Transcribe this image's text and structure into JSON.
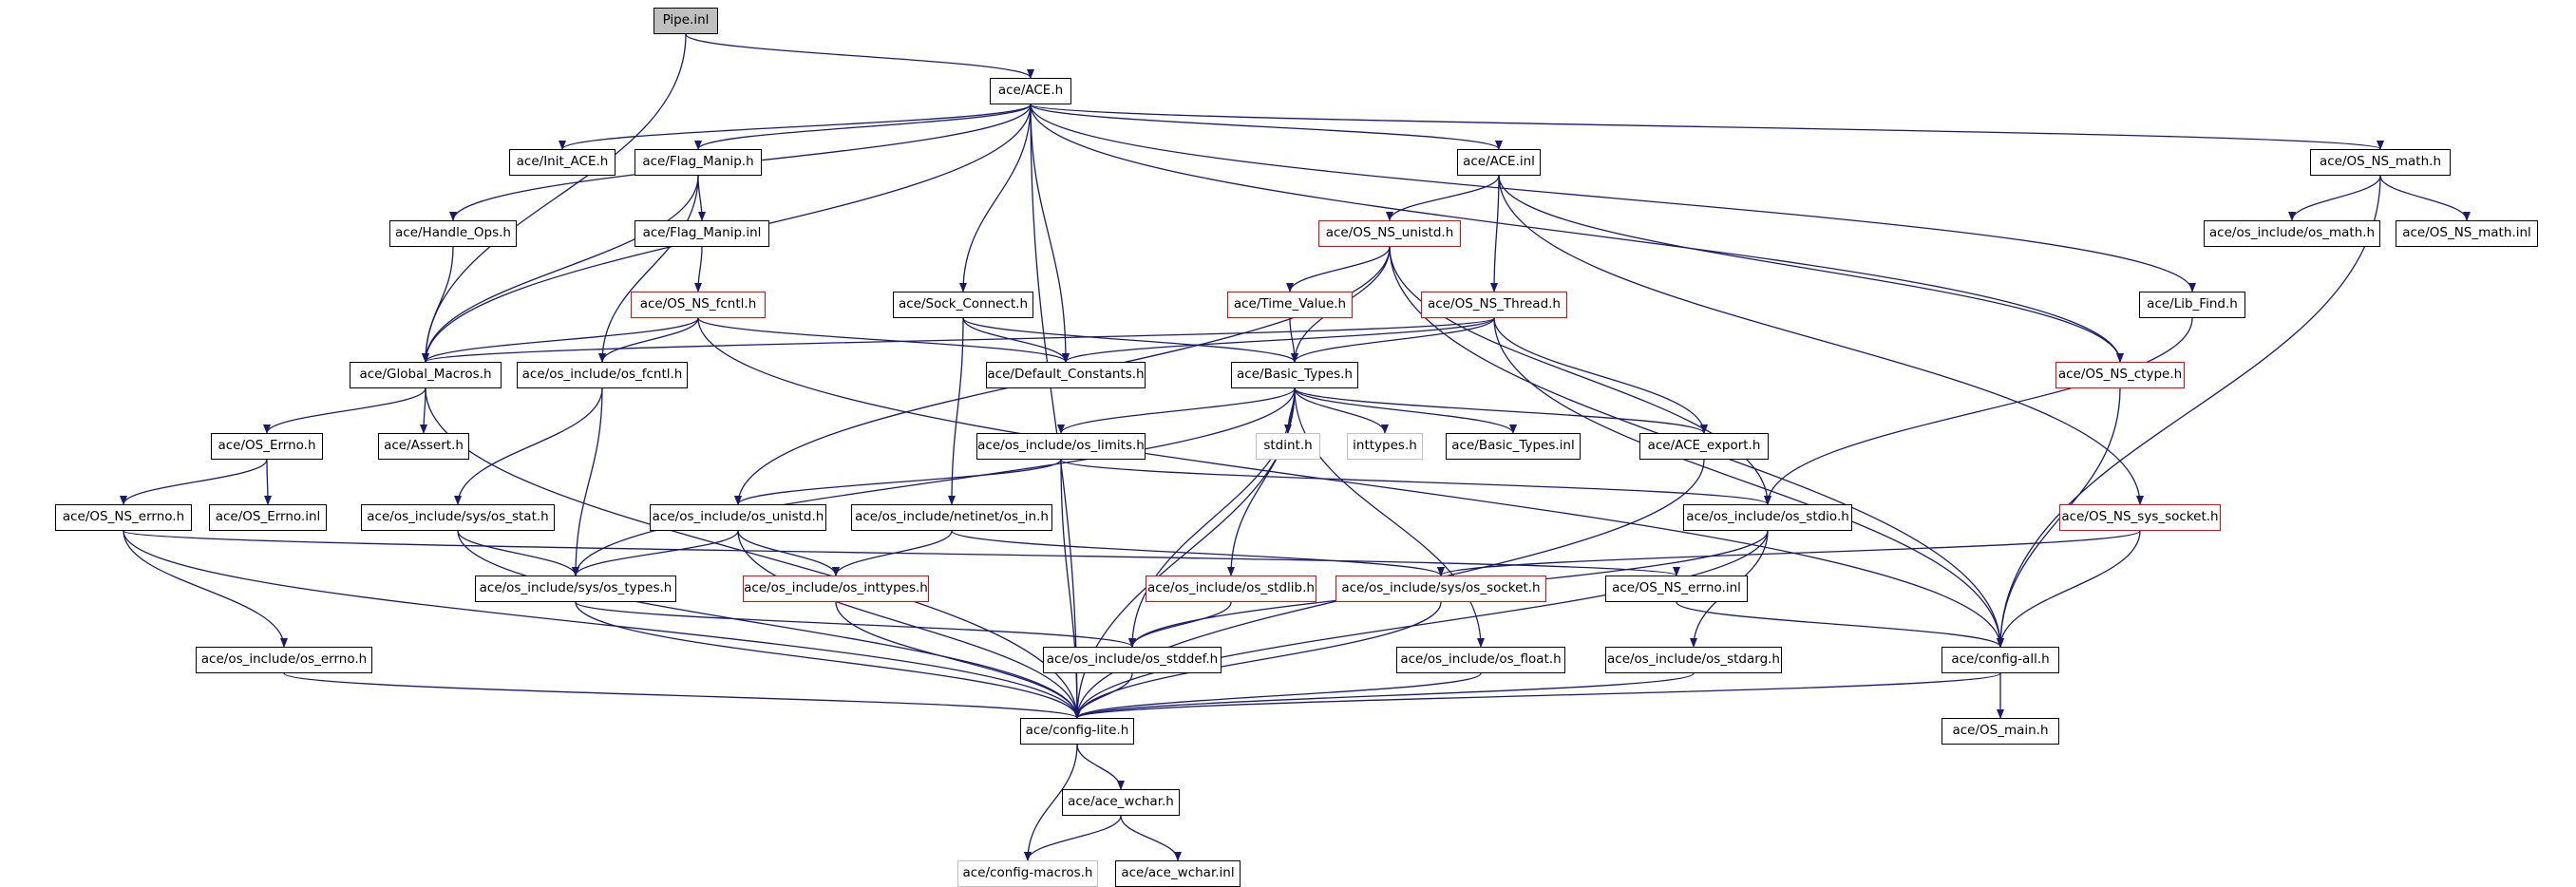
{
  "colors": {
    "edge": "#191970",
    "box": "#000000",
    "incomplete": "#ff0000",
    "external": "#bfbfbf",
    "root_fill": "#bfbfbf"
  },
  "nodes": {
    "pipe_inl": {
      "label": "Pipe.inl",
      "style": "root"
    },
    "ace_h": {
      "label": "ace/ACE.h",
      "style": "black"
    },
    "init_ace": {
      "label": "ace/Init_ACE.h",
      "style": "black"
    },
    "flag_manip_h": {
      "label": "ace/Flag_Manip.h",
      "style": "black"
    },
    "ace_inl": {
      "label": "ace/ACE.inl",
      "style": "black"
    },
    "os_ns_math_h": {
      "label": "ace/OS_NS_math.h",
      "style": "black"
    },
    "handle_ops": {
      "label": "ace/Handle_Ops.h",
      "style": "black"
    },
    "flag_manip_inl": {
      "label": "ace/Flag_Manip.inl",
      "style": "black"
    },
    "os_ns_unistd": {
      "label": "ace/OS_NS_unistd.h",
      "style": "red"
    },
    "os_include_math": {
      "label": "ace/os_include/os_math.h",
      "style": "black"
    },
    "os_ns_math_inl": {
      "label": "ace/OS_NS_math.inl",
      "style": "black"
    },
    "os_ns_fcntl": {
      "label": "ace/OS_NS_fcntl.h",
      "style": "red"
    },
    "sock_connect": {
      "label": "ace/Sock_Connect.h",
      "style": "black"
    },
    "time_value": {
      "label": "ace/Time_Value.h",
      "style": "red"
    },
    "os_ns_thread": {
      "label": "ace/OS_NS_Thread.h",
      "style": "red"
    },
    "lib_find": {
      "label": "ace/Lib_Find.h",
      "style": "black"
    },
    "global_macros": {
      "label": "ace/Global_Macros.h",
      "style": "black"
    },
    "os_include_fcntl": {
      "label": "ace/os_include/os_fcntl.h",
      "style": "black"
    },
    "default_constants": {
      "label": "ace/Default_Constants.h",
      "style": "black"
    },
    "basic_types_h": {
      "label": "ace/Basic_Types.h",
      "style": "black"
    },
    "os_ns_ctype": {
      "label": "ace/OS_NS_ctype.h",
      "style": "red"
    },
    "os_errno_h": {
      "label": "ace/OS_Errno.h",
      "style": "black"
    },
    "assert_h": {
      "label": "ace/Assert.h",
      "style": "black"
    },
    "os_include_limits": {
      "label": "ace/os_include/os_limits.h",
      "style": "black"
    },
    "stdint_h": {
      "label": "stdint.h",
      "style": "gray"
    },
    "inttypes_h": {
      "label": "inttypes.h",
      "style": "gray"
    },
    "basic_types_inl": {
      "label": "ace/Basic_Types.inl",
      "style": "black"
    },
    "ace_export": {
      "label": "ace/ACE_export.h",
      "style": "black"
    },
    "os_ns_errno_h": {
      "label": "ace/OS_NS_errno.h",
      "style": "black"
    },
    "os_errno_inl": {
      "label": "ace/OS_Errno.inl",
      "style": "black"
    },
    "os_include_sys_stat": {
      "label": "ace/os_include/sys/os_stat.h",
      "style": "black"
    },
    "os_include_unistd": {
      "label": "ace/os_include/os_unistd.h",
      "style": "black"
    },
    "os_include_netinet_in": {
      "label": "ace/os_include/netinet/os_in.h",
      "style": "black"
    },
    "os_include_stdio": {
      "label": "ace/os_include/os_stdio.h",
      "style": "black"
    },
    "os_ns_sys_socket": {
      "label": "ace/OS_NS_sys_socket.h",
      "style": "red"
    },
    "os_include_sys_types": {
      "label": "ace/os_include/sys/os_types.h",
      "style": "black"
    },
    "os_include_inttypes": {
      "label": "ace/os_include/os_inttypes.h",
      "style": "red"
    },
    "os_include_stdlib": {
      "label": "ace/os_include/os_stdlib.h",
      "style": "red"
    },
    "os_include_sys_socket": {
      "label": "ace/os_include/sys/os_socket.h",
      "style": "red"
    },
    "os_ns_errno_inl": {
      "label": "ace/OS_NS_errno.inl",
      "style": "black"
    },
    "os_include_errno": {
      "label": "ace/os_include/os_errno.h",
      "style": "black"
    },
    "os_include_stddef": {
      "label": "ace/os_include/os_stddef.h",
      "style": "black"
    },
    "os_include_float": {
      "label": "ace/os_include/os_float.h",
      "style": "black"
    },
    "os_include_stdarg": {
      "label": "ace/os_include/os_stdarg.h",
      "style": "black"
    },
    "config_all": {
      "label": "ace/config-all.h",
      "style": "black"
    },
    "config_lite": {
      "label": "ace/config-lite.h",
      "style": "black"
    },
    "os_main": {
      "label": "ace/OS_main.h",
      "style": "black"
    },
    "ace_wchar_h": {
      "label": "ace/ace_wchar.h",
      "style": "black"
    },
    "config_macros": {
      "label": "ace/config-macros.h",
      "style": "gray"
    },
    "ace_wchar_inl": {
      "label": "ace/ace_wchar.inl",
      "style": "black"
    }
  }
}
